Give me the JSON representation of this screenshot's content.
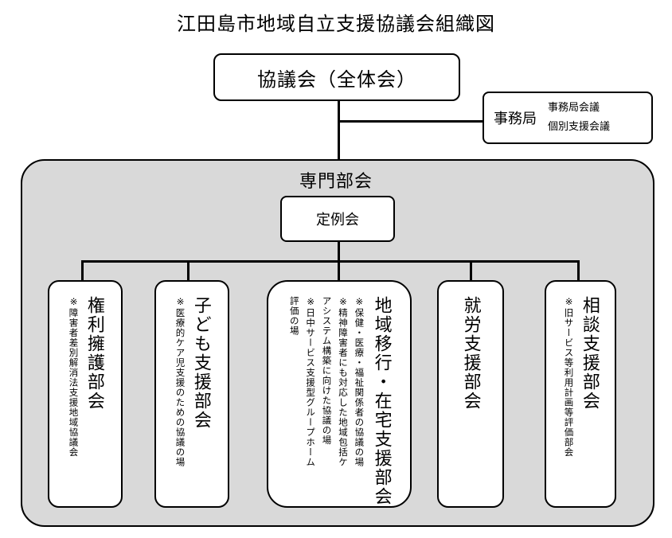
{
  "title": "江田島市地域自立支援協議会組織図",
  "council": {
    "label": "協議会（全体会）"
  },
  "secretariat": {
    "label": "事務局",
    "items": [
      "事務局会議",
      "個別支援会議"
    ]
  },
  "section": {
    "label": "専門部会"
  },
  "regular_meeting": {
    "label": "定例会"
  },
  "committees": [
    {
      "title": "権利擁護部会",
      "notes": [
        "※障害者差別解消法支援地域協議会"
      ]
    },
    {
      "title": "子ども支援部会",
      "notes": [
        "※医療的ケア児支援のための協議の場"
      ]
    },
    {
      "title": "地域移行・在宅支援部会",
      "notes": [
        "※保健・医療・福祉関係者の協議の場",
        "※精神障害者にも対応した地域包括ケ",
        "アシステム構築に向けた協議の場",
        "※日中サービス支援型グループホーム",
        "評価の場"
      ]
    },
    {
      "title": "就労支援部会",
      "notes": []
    },
    {
      "title": "相談支援部会",
      "notes": [
        "※旧サービス等利用計画等評価部会"
      ]
    }
  ]
}
